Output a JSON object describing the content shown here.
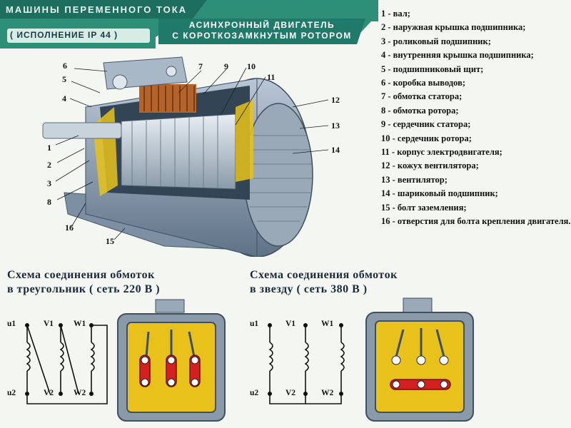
{
  "header": {
    "title": "МАШИНЫ ПЕРЕМЕННОГО ТОКА",
    "ip_label": "( ИСПОЛНЕНИЕ  IP 44 )",
    "motor_title_line1": "АСИНХРОННЫЙ  ДВИГАТЕЛЬ",
    "motor_title_line2": "С КОРОТКОЗАМКНУТЫМ  РОТОРОМ"
  },
  "legend": [
    {
      "num": "1 - ",
      "text": "вал;"
    },
    {
      "num": "2 - ",
      "text": "наружная  крышка подшипника;"
    },
    {
      "num": "3 - ",
      "text": "роликовый  подшипник;"
    },
    {
      "num": "4 - ",
      "text": "внутренняя  крышка подшипника;"
    },
    {
      "num": "5 - ",
      "text": "подшипниковый  щит;"
    },
    {
      "num": "6 - ",
      "text": "коробка  выводов;"
    },
    {
      "num": "7 - ",
      "text": "обмотка  статора;"
    },
    {
      "num": "8 - ",
      "text": "обмотка  ротора;"
    },
    {
      "num": "9 - ",
      "text": "сердечник  статора;"
    },
    {
      "num": "10 - ",
      "text": "сердечник  ротора;"
    },
    {
      "num": "11 - ",
      "text": "корпус  электродвигателя;"
    },
    {
      "num": "12 - ",
      "text": "кожух  вентилятора;"
    },
    {
      "num": "13 - ",
      "text": "вентилятор;"
    },
    {
      "num": "14 - ",
      "text": "шариковый  подшипник;"
    },
    {
      "num": "15 - ",
      "text": "болт  заземления;"
    },
    {
      "num": "16 - ",
      "text": "отверстия  для  болта крепления  двигателя."
    }
  ],
  "callouts": [
    "1",
    "2",
    "3",
    "4",
    "5",
    "6",
    "7",
    "8",
    "9",
    "10",
    "11",
    "12",
    "13",
    "14",
    "15",
    "16"
  ],
  "schemes": {
    "delta": {
      "title_line1": "Схема  соединения  обмоток",
      "title_line2": "в  треугольник  ( сеть 220 В )"
    },
    "star": {
      "title_line1": "Схема  соединения  обмоток",
      "title_line2": "в  звезду  ( сеть 380 В )"
    },
    "terminals": {
      "u1": "u1",
      "v1": "V1",
      "w1": "W1",
      "u2": "u2",
      "v2": "V2",
      "w2": "W2"
    }
  },
  "colors": {
    "band": "#2e8f78",
    "band_dark": "#1f6f60",
    "box": "#8a9aa8",
    "box_inner": "#e8c21a",
    "terminal": "#d42020"
  }
}
